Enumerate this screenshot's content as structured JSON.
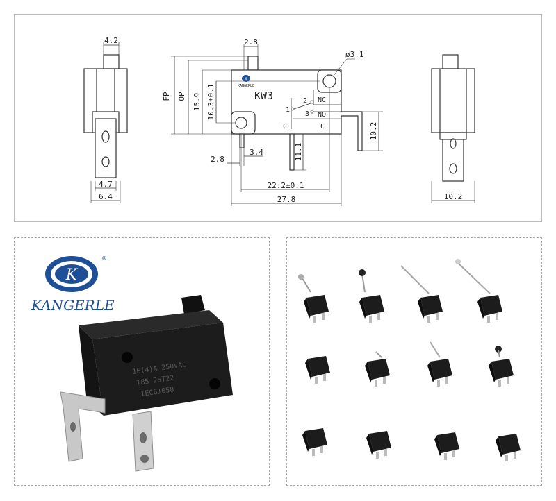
{
  "brand": {
    "name": "KANGERLE",
    "registered": "®",
    "logo_letter": "K"
  },
  "model": "KW3",
  "drawing": {
    "side_left": {
      "top_width": "4.2",
      "terminal_width": "4.7",
      "body_width": "6.4"
    },
    "front": {
      "plunger_offset": "2.8",
      "hole_diameter": "ø3.1",
      "fp_label": "FP",
      "op_label": "OP",
      "height": "15.9",
      "mount_height": "10.3±0.1",
      "terminal_length": "11.1",
      "hole_offset": "2.8",
      "terminal_offset": "3.4",
      "hole_spacing": "22.2±0.1",
      "overall_length": "27.8",
      "lever_height": "10.2",
      "pin_nc_num": "2",
      "pin_nc": "NC",
      "pin_no_num": "3",
      "pin_no": "NO",
      "pin_c_num": "1",
      "pin_c_left": "C",
      "pin_c_right": "C"
    },
    "side_right": {
      "width": "10.2"
    }
  },
  "photo": {
    "marking_line1": "16(4)A 250VAC",
    "marking_line2": "T85 25T22",
    "marking_line3": "IEC61058"
  },
  "variants": {
    "count": 12
  },
  "colors": {
    "body": "#1b1b1b",
    "metal": "#c9c9c9",
    "logo_blue": "#1f4f97",
    "line": "#333333"
  }
}
